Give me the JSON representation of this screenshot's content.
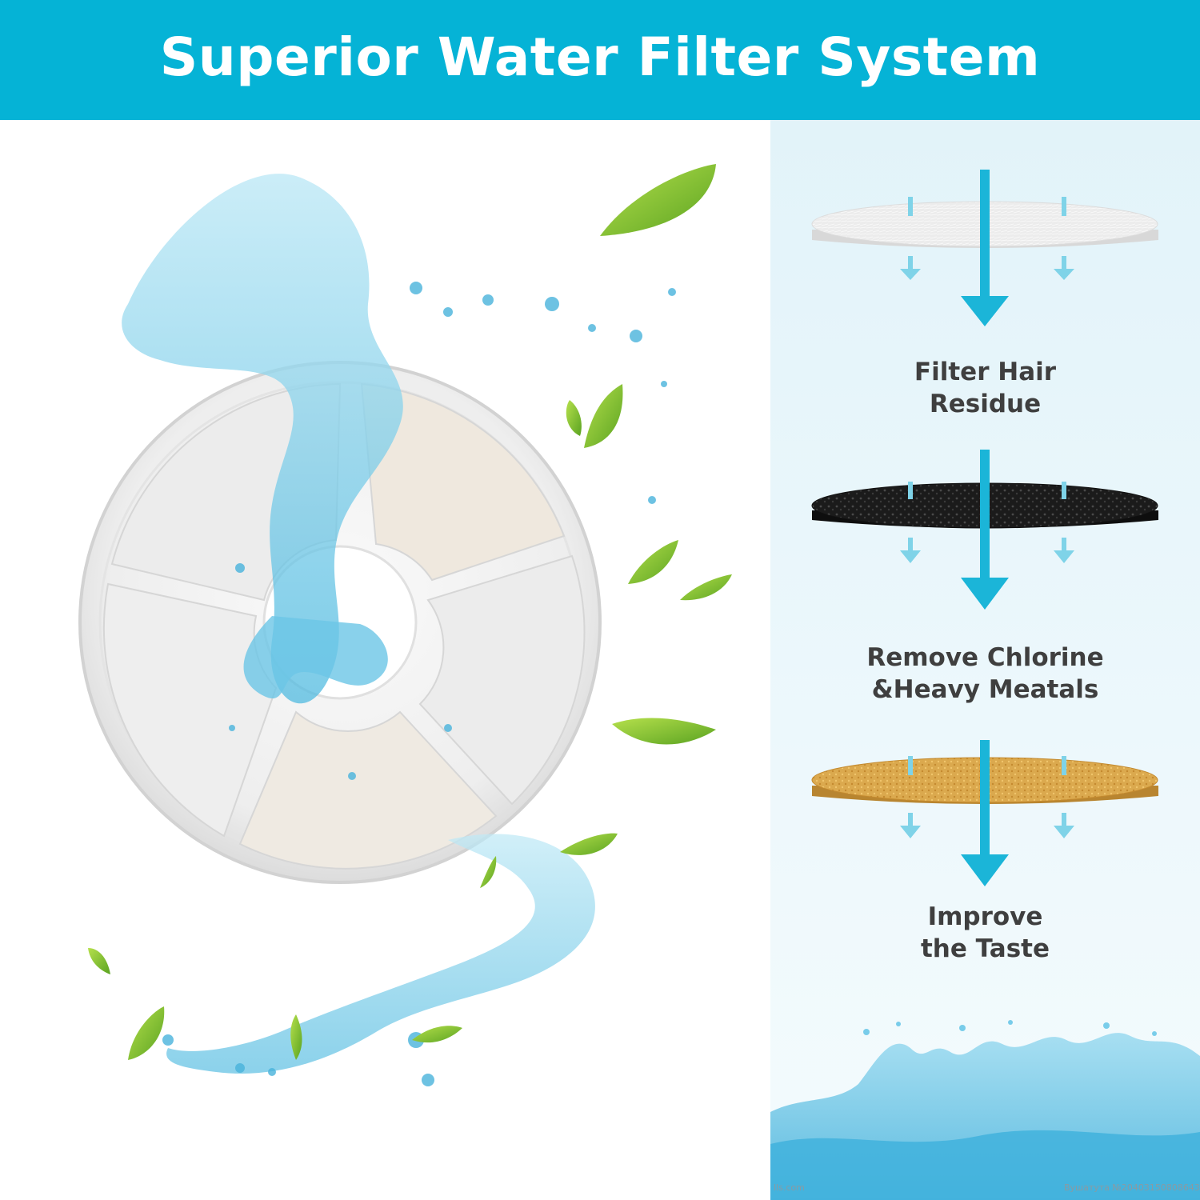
{
  "banner": {
    "title": "Superior Water Filter System"
  },
  "colors": {
    "banner": "#05b3d6",
    "arrow": "#1bb5d8",
    "arrow_light": "#7fd3e8",
    "label_text": "#3f3f3f"
  },
  "stages": [
    {
      "line1": "Filter Hair",
      "line2": "Residue",
      "layer_color": "#ebebeb",
      "layer": "white-fiber-layer"
    },
    {
      "line1": "Remove Chlorine",
      "line2": "&Heavy Meatals",
      "layer_color": "#1c1c1c",
      "layer": "activated-carbon-layer"
    },
    {
      "line1": "Improve",
      "line2": "the  Taste",
      "layer_color": "#d9a54a",
      "layer": "ion-resin-layer"
    }
  ],
  "watermark": {
    "left": "lls.com",
    "right": "Вушатутa №20403150808643260"
  },
  "icons": [
    "water-splash-icon",
    "leaf-icon",
    "filter-cartridge-icon",
    "down-arrow-icon"
  ]
}
